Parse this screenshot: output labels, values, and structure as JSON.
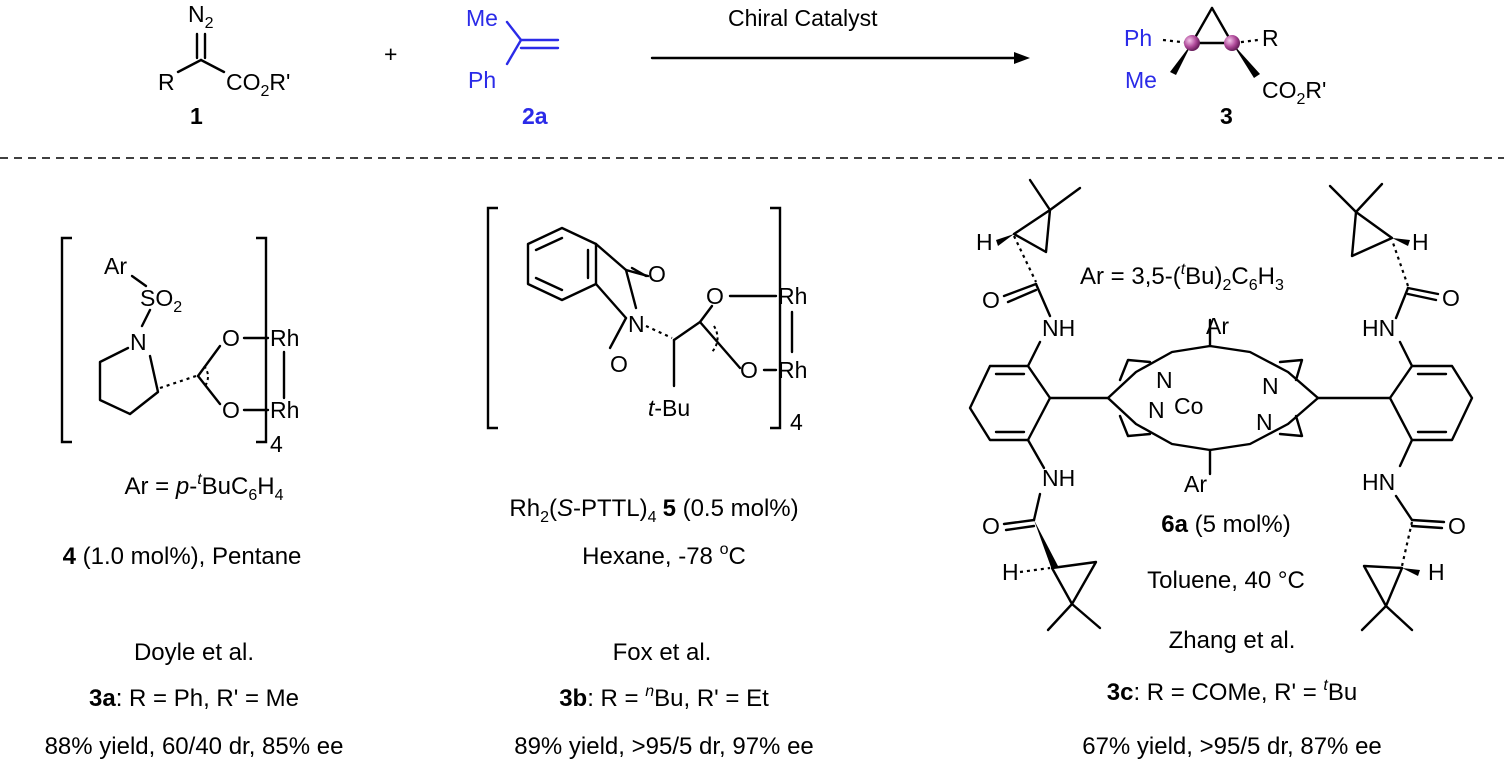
{
  "reaction": {
    "reagent_1_n2": "N",
    "reagent_1_n2_sub": "2",
    "reagent_1_r": "R",
    "reagent_1_ester": "CO",
    "reagent_1_ester_sub": "2",
    "reagent_1_ester_tail": "R'",
    "reagent_1_label": "1",
    "plus": "+",
    "reagent_2a_me": "Me",
    "reagent_2a_ph": "Ph",
    "reagent_2a_label": "2a",
    "arrow_label": "Chiral Catalyst",
    "product_ph": "Ph",
    "product_me": "Me",
    "product_r": "R",
    "product_ester": "CO",
    "product_ester_sub": "2",
    "product_ester_tail": "R'",
    "product_label": "3"
  },
  "catalysts": [
    {
      "atoms": {
        "ar": "Ar",
        "so": "SO",
        "so_sub": "2",
        "n": "N",
        "o1": "O",
        "o2": "O",
        "rh1": "Rh",
        "rh2": "Rh",
        "sub4": "4"
      },
      "ar_def": {
        "prefix": "Ar = ",
        "p": "p",
        "dash": "-",
        "t": "t",
        "body": "BuC",
        "s6": "6",
        "h": "H",
        "s4": "4"
      },
      "cond": {
        "label": "4",
        "rest": " (1.0 mol%), Pentane"
      },
      "author": "Doyle et al.",
      "result_label": "3a",
      "result_text": ": R = Ph, R' = Me",
      "yield_text": "88% yield, 60/40 dr, 85% ee"
    },
    {
      "atoms": {
        "o_top": "O",
        "o_bot": "O",
        "n": "N",
        "tbu": "t",
        "tbu_rest": "-Bu",
        "o1": "O",
        "o2": "O",
        "rh1": "Rh",
        "rh2": "Rh",
        "sub4": "4"
      },
      "name": {
        "rh": "Rh",
        "rh_sub": "2",
        "open": "(",
        "s": "S",
        "mid": "-PTTL)",
        "sub4": "4",
        "label": "5",
        "rest": " (0.5 mol%)"
      },
      "cond": {
        "text": "Hexane, -78 ",
        "deg": "o",
        "unit": "C"
      },
      "author": "Fox et al.",
      "result_label": "3b",
      "result_text": ": R = ",
      "result_n": "n",
      "result_tail": "Bu, R' = Et",
      "yield_text": "89% yield, >95/5 dr, 97% ee"
    },
    {
      "atoms": {
        "h1": "H",
        "h2": "H",
        "h3": "H",
        "h4": "H",
        "o1": "O",
        "o2": "O",
        "o3": "O",
        "o4": "O",
        "nh1": "NH",
        "nh2": "HN",
        "nh3": "NH",
        "nh4": "HN",
        "ar_top": "Ar",
        "ar_bot": "Ar",
        "n1": "N",
        "n2": "N",
        "n3": "N",
        "n4": "N",
        "co": "Co"
      },
      "ar_def": {
        "prefix": "Ar = 3,5-(",
        "t": "t",
        "bu": "Bu)",
        "s2": "2",
        "c": "C",
        "s6": "6",
        "h": "H",
        "s3": "3"
      },
      "label": "6a",
      "label_rest": " (5 mol%)",
      "cond": "Toluene,  40 °C",
      "author": "Zhang et al.",
      "result_label": "3c",
      "result_text": ": R = COMe, R' = ",
      "result_t": "t",
      "result_tail": "Bu",
      "yield_text": "67% yield, >95/5 dr, 87% ee"
    }
  ],
  "colors": {
    "highlight": "#2b2be8",
    "stereocenter": "#b04a9a",
    "line": "#000000"
  }
}
